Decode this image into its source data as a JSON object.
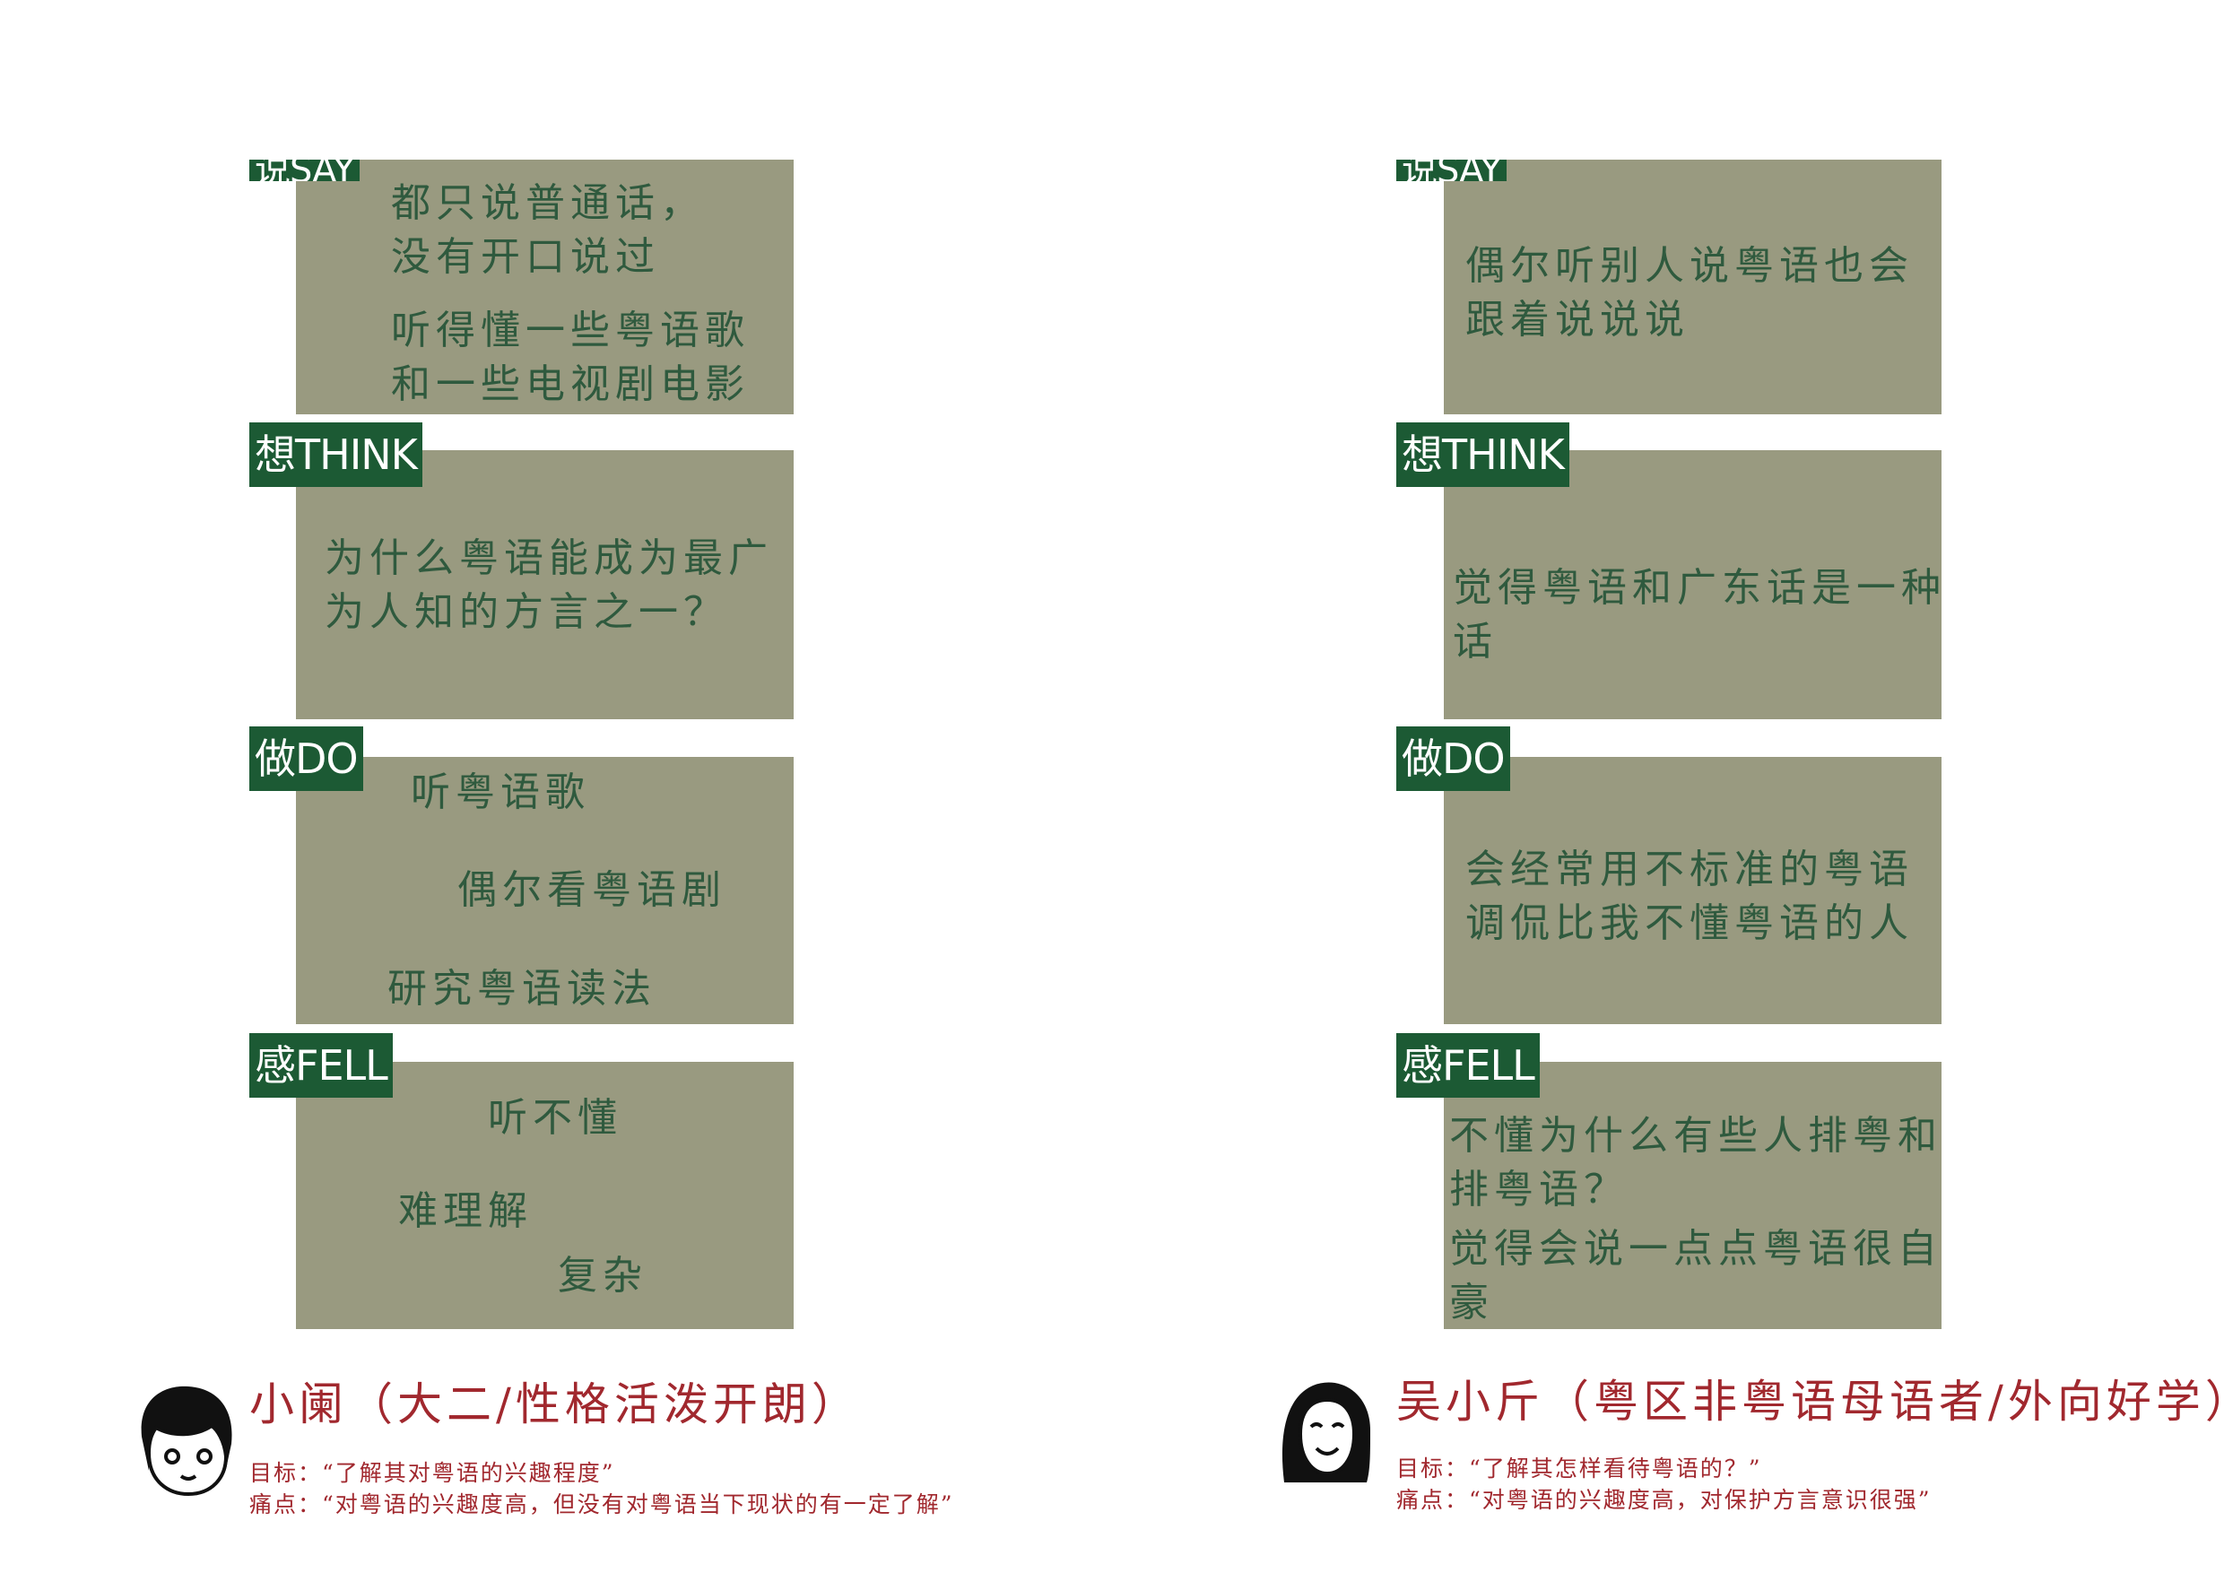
{
  "tags": {
    "say": "说SAY",
    "think": "想THINK",
    "do": "做DO",
    "feel": "感FELL"
  },
  "persona1": {
    "say": [
      "都只说普通话，",
      "没有开口说过",
      "听得懂一些粤语歌",
      "和一些电视剧电影"
    ],
    "think": [
      "为什么粤语能成为最广",
      "为人知的方言之一？"
    ],
    "do": [
      "听粤语歌",
      "偶尔看粤语剧",
      "研究粤语读法"
    ],
    "feel": [
      "听不懂",
      "难理解",
      "复杂"
    ],
    "name": "小阑（大二/性格活泼开朗）",
    "goal": "目标：“了解其对粤语的兴趣程度”",
    "pain": "痛点：“对粤语的兴趣度高，但没有对粤语当下现状的有一定了解”"
  },
  "persona2": {
    "say": [
      "偶尔听别人说粤语也会",
      "跟着说说说"
    ],
    "think": [
      "觉得粤语和广东话是一种",
      "话"
    ],
    "do": [
      "会经常用不标准的粤语",
      "调侃比我不懂粤语的人"
    ],
    "feel": [
      "不懂为什么有些人排粤和",
      "排粤语？",
      "觉得会说一点点粤语很自",
      "豪"
    ],
    "name": "吴小斤（粤区非粤语母语者/外向好学）",
    "goal": "目标：“了解其怎样看待粤语的？”",
    "pain": "痛点：“对粤语的兴趣度高，对保护方言意识很强”"
  },
  "colors": {
    "card": "#999a80",
    "tag": "#1c5a34",
    "card_text": "#2f5a3e",
    "persona_text": "#a1282e"
  },
  "icons": [
    "avatar-girl-short-hair-icon",
    "avatar-girl-long-hair-icon"
  ]
}
